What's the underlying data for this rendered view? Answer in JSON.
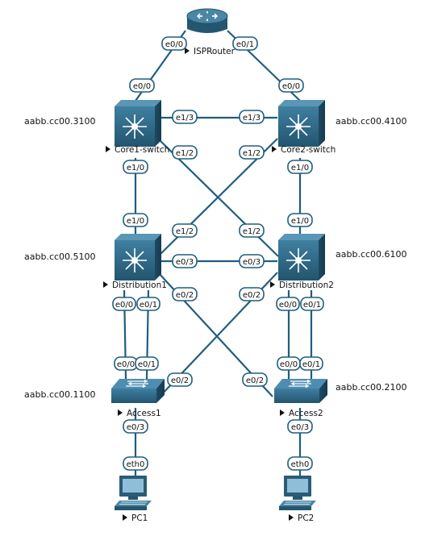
{
  "devices": {
    "isprouter": {
      "label": "ISPRouter"
    },
    "core1": {
      "label": "Core1-switch",
      "mac": "aabb.cc00.3100"
    },
    "core2": {
      "label": "Core2-switch",
      "mac": "aabb.cc00.4100"
    },
    "dist1": {
      "label": "Distribution1",
      "mac": "aabb.cc00.5100"
    },
    "dist2": {
      "label": "Distribution2",
      "mac": "aabb.cc00.6100"
    },
    "access1": {
      "label": "Access1",
      "mac": "aabb.cc00.1100"
    },
    "access2": {
      "label": "Access2",
      "mac": "aabb.cc00.2100"
    },
    "pc1": {
      "label": "PC1"
    },
    "pc2": {
      "label": "PC2"
    }
  },
  "ports": {
    "isp_e00": "e0/0",
    "isp_e01": "e0/1",
    "core1_e00": "e0/0",
    "core1_e13": "e1/3",
    "core1_e12": "e1/2",
    "core1_e10": "e1/0",
    "core2_e00": "e0/0",
    "core2_e13": "e1/3",
    "core2_e12": "e1/2",
    "core2_e10": "e1/0",
    "dist1_e10": "e1/0",
    "dist1_e12": "e1/2",
    "dist1_e03": "e0/3",
    "dist1_e02": "e0/2",
    "dist1_e00": "e0/0",
    "dist1_e01": "e0/1",
    "dist2_e10": "e1/0",
    "dist2_e12": "e1/2",
    "dist2_e03": "e0/3",
    "dist2_e02": "e0/2",
    "dist2_e00": "e0/0",
    "dist2_e01": "e0/1",
    "acc1_e00": "e0/0",
    "acc1_e01": "e0/1",
    "acc1_e02": "e0/2",
    "acc1_e03": "e0/3",
    "acc2_e00": "e0/0",
    "acc2_e01": "e0/1",
    "acc2_e02": "e0/2",
    "acc2_e03": "e0/3",
    "pc1_eth0": "eth0",
    "pc2_eth0": "eth0"
  },
  "colors": {
    "link": "#1f5e7e",
    "device_dark": "#2a5c78",
    "device_light": "#4a86a6"
  },
  "icons": {
    "router": "router-icon",
    "multilayer_switch": "multilayer-switch-icon",
    "switch": "switch-icon",
    "pc": "pc-icon"
  }
}
